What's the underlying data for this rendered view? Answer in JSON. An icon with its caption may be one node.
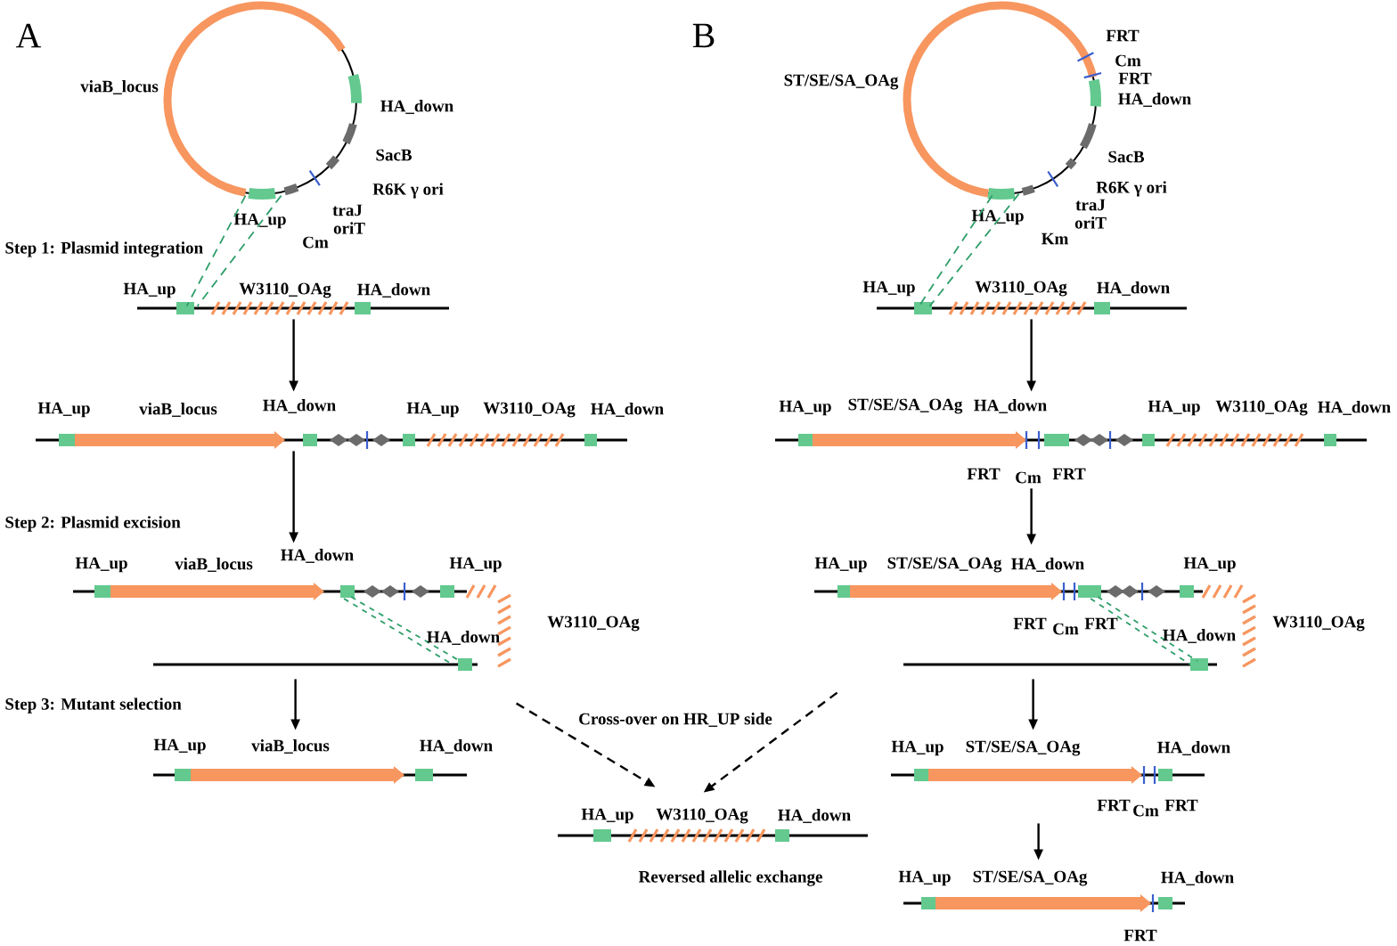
{
  "diagram": {
    "nodes": [
      {
        "text": [
          "viaB_locus",
          "HA_down",
          "SacB",
          "R6K γ ori",
          "traJ",
          "oriT",
          "Cm",
          "HA_up"
        ]
      },
      {
        "text": [
          "HA_up",
          "W3110_OAg",
          "HA_down"
        ]
      },
      {
        "text": [
          "HA_up",
          "viaB_locus",
          "HA_down",
          "HA_up",
          "W3110_OAg",
          "HA_down"
        ]
      },
      {
        "text": [
          "HA_up",
          "viaB_locus",
          "HA_down",
          "HA_up",
          "W3110_OAg",
          "HA_down"
        ]
      },
      {
        "text": [
          "HA_up",
          "viaB_locus",
          "HA_down"
        ]
      },
      {
        "text": [
          "HA_up",
          "W3110_OAg",
          "HA_down"
        ],
        "beside": [
          "Reversed allelic exchange"
        ]
      },
      {
        "text": [
          "ST/SE/SA_OAg",
          "FRT",
          "Cm",
          "FRT",
          "HA_down",
          "SacB",
          "R6K γ ori",
          "traJ",
          "oriT",
          "Km",
          "HA_up"
        ]
      },
      {
        "text": [
          "HA_up",
          "W3110_OAg",
          "HA_down"
        ]
      },
      {
        "text": [
          "HA_up",
          "ST/SE/SA_OAg",
          "HA_down",
          "HA_up",
          "W3110_OAg",
          "HA_down",
          "FRT",
          "Cm",
          "FRT"
        ]
      },
      {
        "text": [
          "HA_up",
          "ST/SE/SA_OAg",
          "HA_down",
          "HA_up",
          "FRT",
          "Cm",
          "FRT",
          "HA_down",
          "W3110_OAg"
        ]
      },
      {
        "text": [
          "HA_up",
          "ST/SE/SA_OAg",
          "HA_down",
          "FRT",
          "Cm",
          "FRT"
        ]
      },
      {
        "text": [
          "HA_up",
          "ST/SE/SA_OAg",
          "HA_down",
          "FRT"
        ]
      }
    ],
    "edges": [
      {
        "from": 1,
        "to": 2,
        "arrow": "to"
      },
      {
        "from": 2,
        "to": 3,
        "arrow": "to"
      },
      {
        "from": 3,
        "to": 4,
        "arrow": "to"
      },
      {
        "from": 3,
        "to": 5,
        "arrow": "to",
        "style": "dashed"
      },
      {
        "from": 9,
        "to": 5,
        "arrow": "to",
        "style": "dashed"
      },
      {
        "from": 7,
        "to": 8,
        "arrow": "to"
      },
      {
        "from": 8,
        "to": 9,
        "arrow": "to"
      },
      {
        "from": 9,
        "to": 10,
        "arrow": "to"
      },
      {
        "from": 10,
        "to": 11,
        "arrow": "to"
      },
      {
        "from": 0,
        "to": 1,
        "arrow": "none",
        "style": "dashed",
        "color": "#2e9e6a"
      },
      {
        "from": 0,
        "to": 1,
        "arrow": "none",
        "style": "dashed",
        "color": "#2e9e6a"
      },
      {
        "from": 6,
        "to": 7,
        "arrow": "none",
        "style": "dashed",
        "color": "#2e9e6a"
      },
      {
        "from": 6,
        "to": 7,
        "arrow": "none",
        "style": "dashed",
        "color": "#2e9e6a"
      }
    ],
    "labels": [
      "A",
      "B",
      "Step 1: Plasmid integration",
      "Step 2: Plasmid excision",
      "Step 3: Mutant selection",
      "Cross-over on HR_UP side"
    ]
  }
}
